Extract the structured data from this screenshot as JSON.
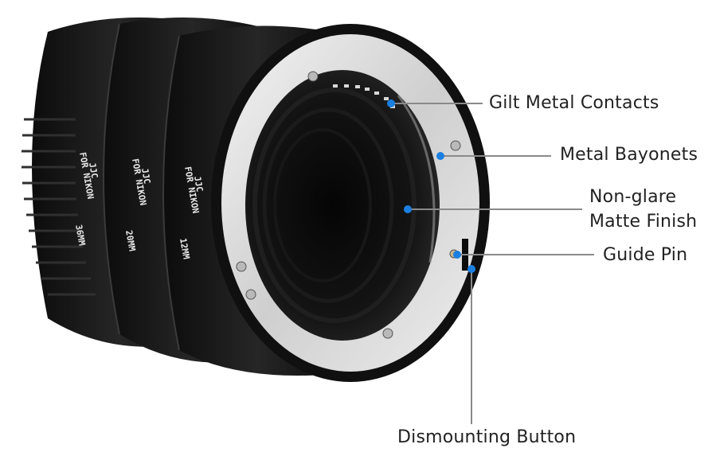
{
  "product": {
    "brand_mark": "JJC",
    "mount_text": "FOR NIKON",
    "tubes": [
      {
        "size_label": "36MM"
      },
      {
        "size_label": "20MM"
      },
      {
        "size_label": "12MM"
      }
    ]
  },
  "callouts": [
    {
      "id": "gilt-metal-contacts",
      "label": "Gilt Metal Contacts"
    },
    {
      "id": "metal-bayonets",
      "label": "Metal Bayonets"
    },
    {
      "id": "non-glare-matte-finish",
      "label_line1": "Non-glare",
      "label_line2": "Matte Finish"
    },
    {
      "id": "guide-pin",
      "label": "Guide Pin"
    },
    {
      "id": "dismounting-button",
      "label": "Dismounting Button"
    }
  ],
  "colors": {
    "background": "#ffffff",
    "callout_dot": "#1a7fe0",
    "leader_line": "#8a8a8a",
    "label_text": "#222222",
    "tube_body": "#141414",
    "mount_ring": "#dcdcdc"
  }
}
